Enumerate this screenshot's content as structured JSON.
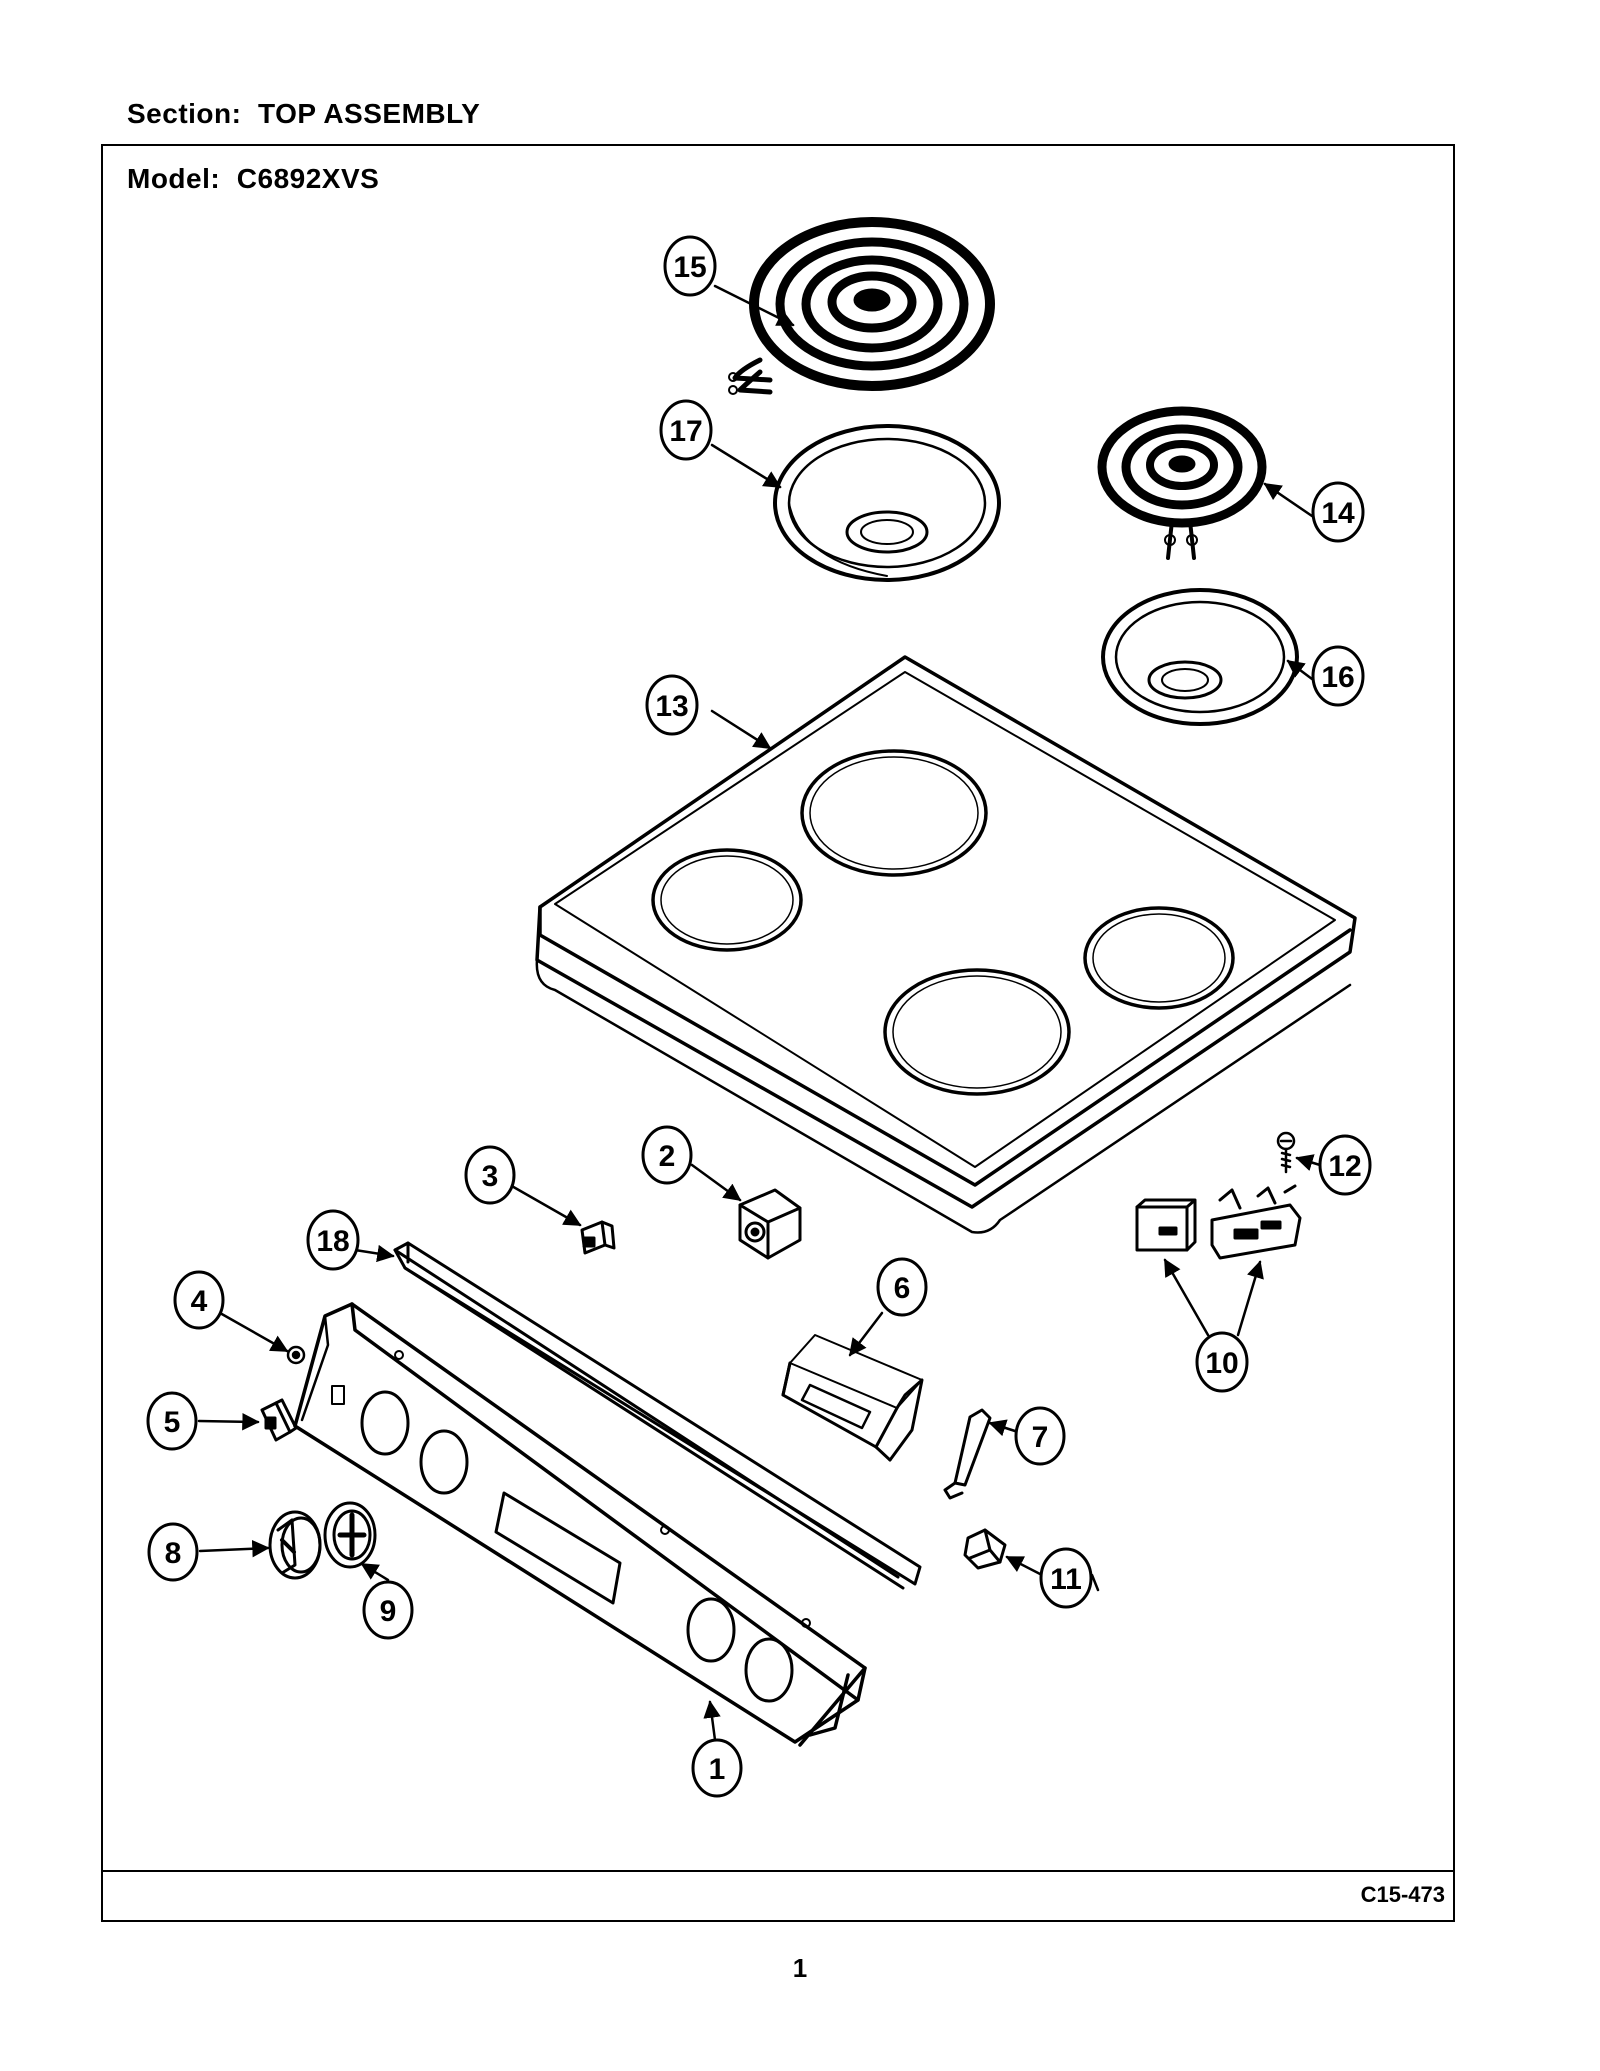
{
  "section": {
    "label": "Section:",
    "value": "TOP ASSEMBLY"
  },
  "model": {
    "label": "Model:",
    "value": "C6892XVS"
  },
  "diagram_code": "C15-473",
  "page_number": "1",
  "callouts": [
    {
      "id": "callout-15",
      "label": "15"
    },
    {
      "id": "callout-17",
      "label": "17"
    },
    {
      "id": "callout-14",
      "label": "14"
    },
    {
      "id": "callout-16",
      "label": "16"
    },
    {
      "id": "callout-13",
      "label": "13"
    },
    {
      "id": "callout-12",
      "label": "12"
    },
    {
      "id": "callout-3",
      "label": "3"
    },
    {
      "id": "callout-2",
      "label": "2"
    },
    {
      "id": "callout-18",
      "label": "18"
    },
    {
      "id": "callout-4",
      "label": "4"
    },
    {
      "id": "callout-6",
      "label": "6"
    },
    {
      "id": "callout-10",
      "label": "10"
    },
    {
      "id": "callout-5",
      "label": "5"
    },
    {
      "id": "callout-7",
      "label": "7"
    },
    {
      "id": "callout-8",
      "label": "8"
    },
    {
      "id": "callout-9",
      "label": "9"
    },
    {
      "id": "callout-11",
      "label": "11"
    },
    {
      "id": "callout-1",
      "label": "1"
    }
  ]
}
